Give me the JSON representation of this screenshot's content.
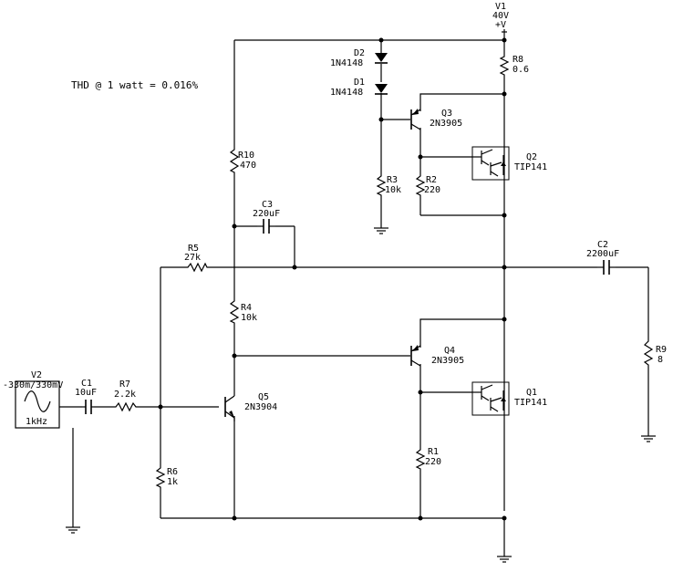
{
  "annotation": "THD @ 1 watt = 0.016%",
  "components": {
    "V1": {
      "ref": "V1",
      "value": "40V",
      "pin": "+V"
    },
    "V2": {
      "ref": "V2",
      "value": "-330m/330mV",
      "freq": "1kHz"
    },
    "R8": {
      "ref": "R8",
      "value": "0.6"
    },
    "R10": {
      "ref": "R10",
      "value": "470"
    },
    "R3": {
      "ref": "R3",
      "value": "10k"
    },
    "R2": {
      "ref": "R2",
      "value": "220"
    },
    "R5": {
      "ref": "R5",
      "value": "27k"
    },
    "R4": {
      "ref": "R4",
      "value": "10k"
    },
    "R7": {
      "ref": "R7",
      "value": "2.2k"
    },
    "R6": {
      "ref": "R6",
      "value": "1k"
    },
    "R1": {
      "ref": "R1",
      "value": "220"
    },
    "R9": {
      "ref": "R9",
      "value": "8"
    },
    "C1": {
      "ref": "C1",
      "value": "10uF"
    },
    "C2": {
      "ref": "C2",
      "value": "2200uF"
    },
    "C3": {
      "ref": "C3",
      "value": "220uF"
    },
    "D1": {
      "ref": "D1",
      "value": "1N4148"
    },
    "D2": {
      "ref": "D2",
      "value": "1N4148"
    },
    "Q1": {
      "ref": "Q1",
      "value": "TIP141"
    },
    "Q2": {
      "ref": "Q2",
      "value": "TIP141"
    },
    "Q3": {
      "ref": "Q3",
      "value": "2N3905"
    },
    "Q4": {
      "ref": "Q4",
      "value": "2N3905"
    },
    "Q5": {
      "ref": "Q5",
      "value": "2N3904"
    }
  }
}
